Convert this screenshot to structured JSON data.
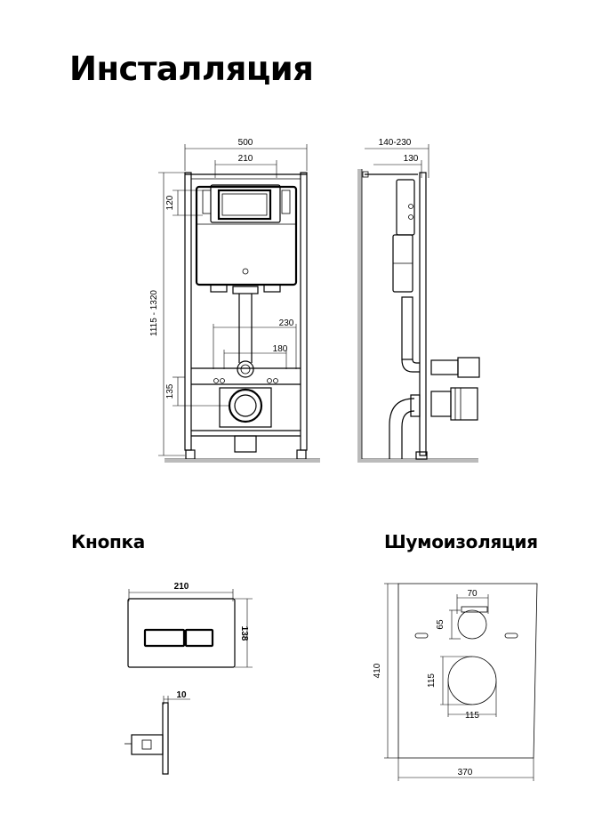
{
  "headings": {
    "installation": "Инсталляция",
    "button": "Кнопка",
    "noise_insulation": "Шумоизоляция"
  },
  "front_view": {
    "width_total": "500",
    "width_inner": "210",
    "height_range": "1115 - 1320",
    "top_offset": "120",
    "bottom_offset": "135",
    "pipe_spacing_wide": "230",
    "pipe_spacing_narrow": "180"
  },
  "side_view": {
    "depth_range": "140-230",
    "depth_fixed": "130"
  },
  "button_view": {
    "width": "210",
    "height": "138",
    "thickness": "10"
  },
  "insulation_view": {
    "small_hole_width": "70",
    "small_hole_height": "65",
    "sheet_height": "410",
    "large_hole_height": "115",
    "large_hole_width": "115",
    "sheet_width": "370"
  }
}
